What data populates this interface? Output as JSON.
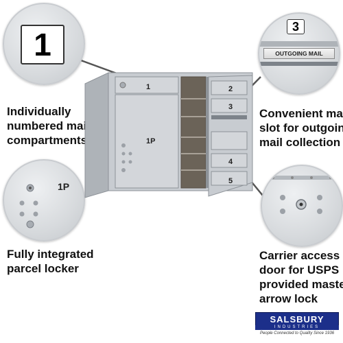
{
  "callouts": {
    "top_left": {
      "plate_number": "1",
      "caption_lines": [
        "Individually",
        "numbered mail",
        "compartments"
      ]
    },
    "bottom_left": {
      "plate_label": "1P",
      "caption_lines": [
        "Fully integrated",
        "parcel locker"
      ]
    },
    "top_right": {
      "plate_number": "3",
      "slot_label": "OUTGOING MAIL",
      "caption_lines": [
        "Convenient mail",
        "slot for outgoing",
        "mail collection"
      ]
    },
    "bottom_right": {
      "caption_lines": [
        "Carrier access",
        "door for USPS",
        "provided master",
        "arrow lock"
      ]
    }
  },
  "mailbox": {
    "left_door_number": "1",
    "parcel_door_label": "1P",
    "right_door_numbers": [
      "2",
      "3",
      "4",
      "5"
    ]
  },
  "brand": {
    "name": "SALSBURY",
    "sub": "INDUSTRIES",
    "tagline": "People Connected to Quality Since 1936"
  },
  "colors": {
    "metal": "#c8ccd1",
    "metal_dark": "#9aa0a6",
    "brand_blue": "#1c2f8a"
  }
}
